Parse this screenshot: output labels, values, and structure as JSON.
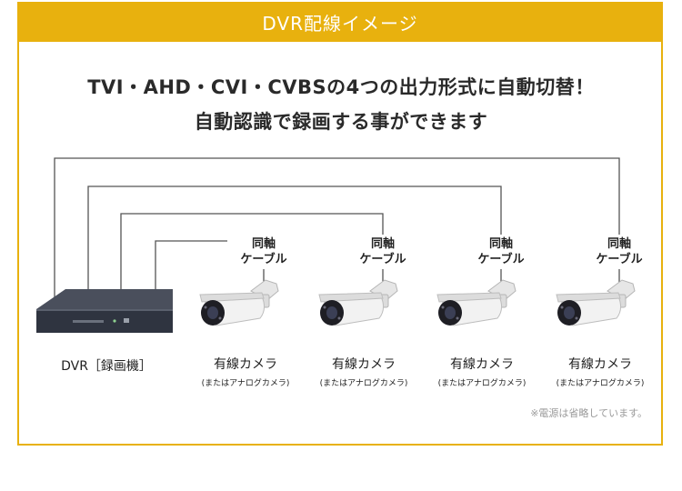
{
  "header": {
    "title": "DVR配線イメージ"
  },
  "headline": {
    "line1": "TVI・AHD・CVI・CVBSの4つの出力形式に自動切替！",
    "line2": "自動認識で録画する事ができます"
  },
  "dvr": {
    "label": "DVR［録画機］"
  },
  "cables": [
    {
      "line1": "同軸",
      "line2": "ケーブル"
    },
    {
      "line1": "同軸",
      "line2": "ケーブル"
    },
    {
      "line1": "同軸",
      "line2": "ケーブル"
    },
    {
      "line1": "同軸",
      "line2": "ケーブル"
    }
  ],
  "cameras": [
    {
      "label": "有線カメラ",
      "sub": "(またはアナログカメラ)"
    },
    {
      "label": "有線カメラ",
      "sub": "(またはアナログカメラ)"
    },
    {
      "label": "有線カメラ",
      "sub": "(またはアナログカメラ)"
    },
    {
      "label": "有線カメラ",
      "sub": "(またはアナログカメラ)"
    }
  ],
  "footnote": "※電源は省略しています。",
  "colors": {
    "accent": "#e8b10e",
    "line": "#555555",
    "dvr_body": "#2f3440",
    "camera_body": "#f2f2f2"
  }
}
